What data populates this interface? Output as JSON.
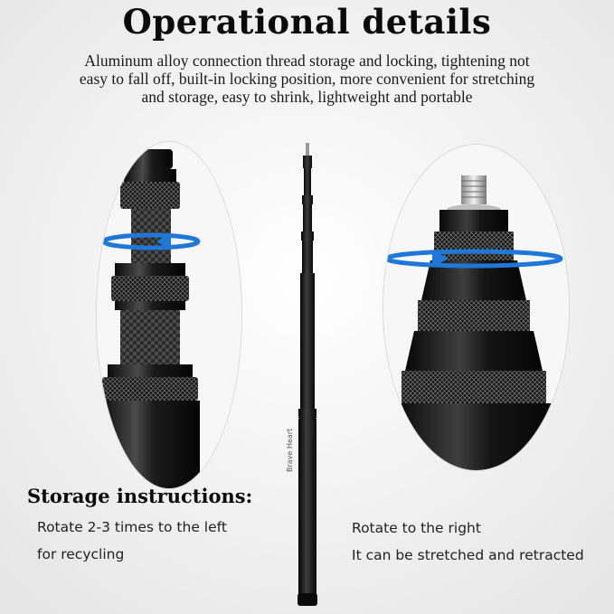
{
  "header": {
    "title": "Operational details",
    "description_lines": [
      "Aluminum alloy connection thread storage and locking, tightening not",
      "easy to fall off, built-in locking position, more convenient for stretching",
      "and storage, easy to shrink, lightweight and portable"
    ]
  },
  "storage": {
    "title": "Storage instructions:",
    "left_lines": [
      "Rotate 2-3 times to the left",
      "for recycling"
    ],
    "right_lines": [
      "Rotate to the right",
      "It can be stretched and retracted"
    ]
  },
  "product": {
    "brand_text": "Brave Heart"
  },
  "colors": {
    "arrow": "#1e78d7",
    "metal": "#1b1b1b",
    "carbon": "#2e2e2e"
  }
}
